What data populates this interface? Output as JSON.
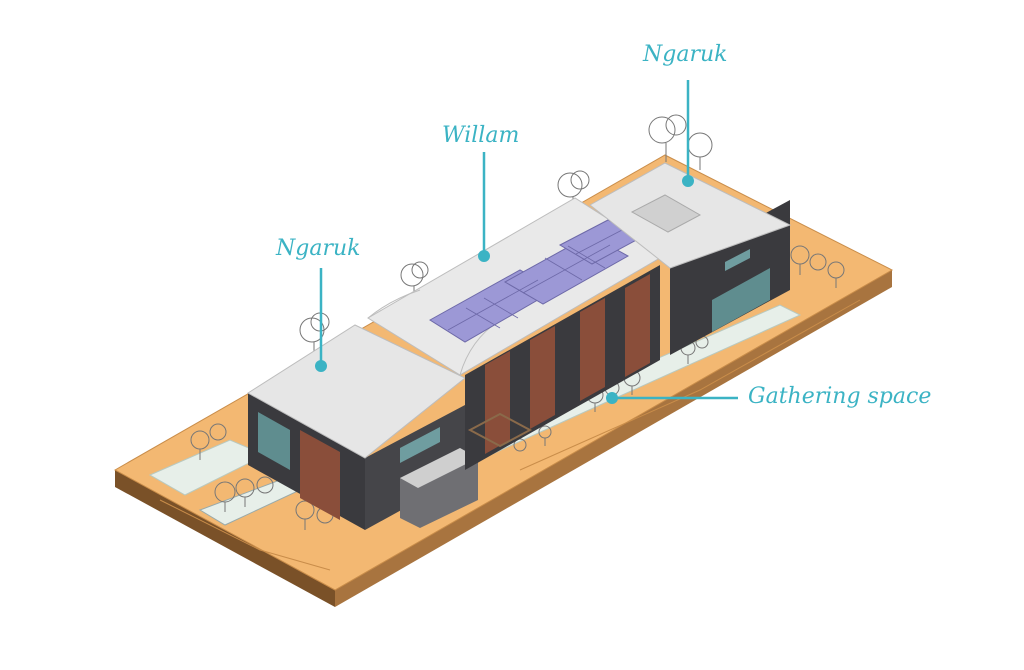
{
  "labels": {
    "ngaruk_right": "Ngaruk",
    "willam": "Willam",
    "ngaruk_left": "Ngaruk",
    "gathering_space": "Gathering space"
  },
  "colors": {
    "callout": "#3bb3c4",
    "site_top": "#f3b872",
    "site_side": "#a8743f",
    "site_front": "#7a5128",
    "wall_dark": "#3a3a3e",
    "cladding": "#8a4e3a",
    "roof": "#e6e6e6",
    "solar": "#9c98d6",
    "path": "#e7efe9"
  },
  "icons": {
    "callout_dot": "circle-dot-icon"
  }
}
